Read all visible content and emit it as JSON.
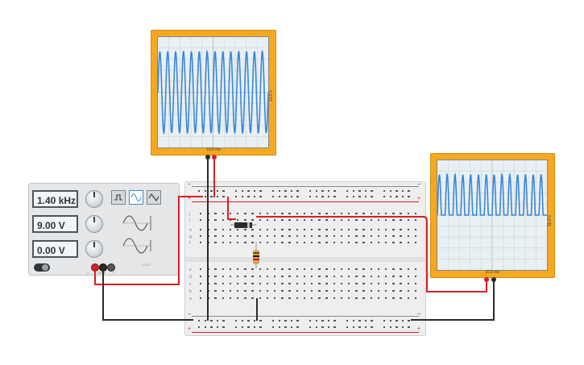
{
  "scope_top": {
    "time_label": "10.0 ms",
    "volt_label": "10.0 V"
  },
  "scope_right": {
    "time_label": "10.0 ms",
    "volt_label": "50.0 V"
  },
  "function_generator": {
    "frequency": "1.40 kHz",
    "amplitude": "9.00 V",
    "dc_offset": "0.00 V",
    "waveforms": {
      "square": "square-wave",
      "sine": "sine-wave",
      "triangle": "triangle-wave"
    },
    "selected_waveform": "sine",
    "terminals": {
      "positive": "+",
      "common": "COM",
      "negative": "−"
    },
    "brand": "≈≈≈"
  },
  "breadboard": {
    "row_letters_top": [
      "j",
      "i",
      "h",
      "g",
      "f"
    ],
    "row_letters_bottom": [
      "e",
      "d",
      "c",
      "b",
      "a"
    ],
    "rail_plus": "+",
    "rail_minus": "−"
  },
  "colors": {
    "scope_frame": "#f7a81e",
    "wave": "#3b86d6",
    "wire_red": "#d62027",
    "wire_black": "#2a2a2a"
  }
}
